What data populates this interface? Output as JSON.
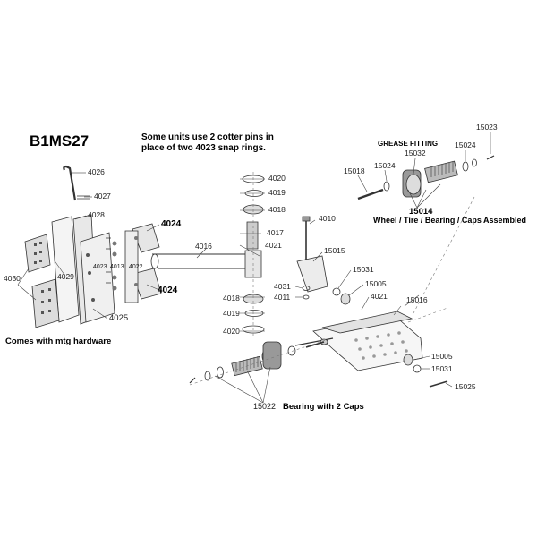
{
  "title": "B1MS27",
  "note_lines": [
    "Some units use 2 cotter pins in",
    "place of two 4023 snap rings."
  ],
  "captions": {
    "grease_fitting": "GREASE FITTING",
    "wheel_assembly_number": "15014",
    "wheel_assembly_text": "Wheel / Tire / Bearing / Caps Assembled",
    "bearing_number": "15022",
    "bearing_text": "Bearing with 2 Caps",
    "hardware_note": "Comes with mtg hardware"
  },
  "part_numbers": {
    "p4026": "4026",
    "p4027": "4027",
    "p4028": "4028",
    "p4029": "4029",
    "p4030": "4030",
    "p4025": "4025",
    "p4023": "4023",
    "p4013": "4013",
    "p4022": "4022",
    "p4024a": "4024",
    "p4024b": "4024",
    "p4016": "4016",
    "p4020a": "4020",
    "p4019a": "4019",
    "p4018a": "4018",
    "p4017": "4017",
    "p4021a": "4021",
    "p4018b": "4018",
    "p4019b": "4019",
    "p4020b": "4020",
    "p4010": "4010",
    "p4031": "4031",
    "p4011": "4011",
    "p15015": "15015",
    "p15031a": "15031",
    "p15005a": "15005",
    "p4021b": "4021",
    "p15016": "15016",
    "p15005b": "15005",
    "p15031b": "15031",
    "p15025": "15025",
    "p15023": "15023",
    "p15024a": "15024",
    "p15032": "15032",
    "p15024b": "15024",
    "p15018": "15018"
  }
}
